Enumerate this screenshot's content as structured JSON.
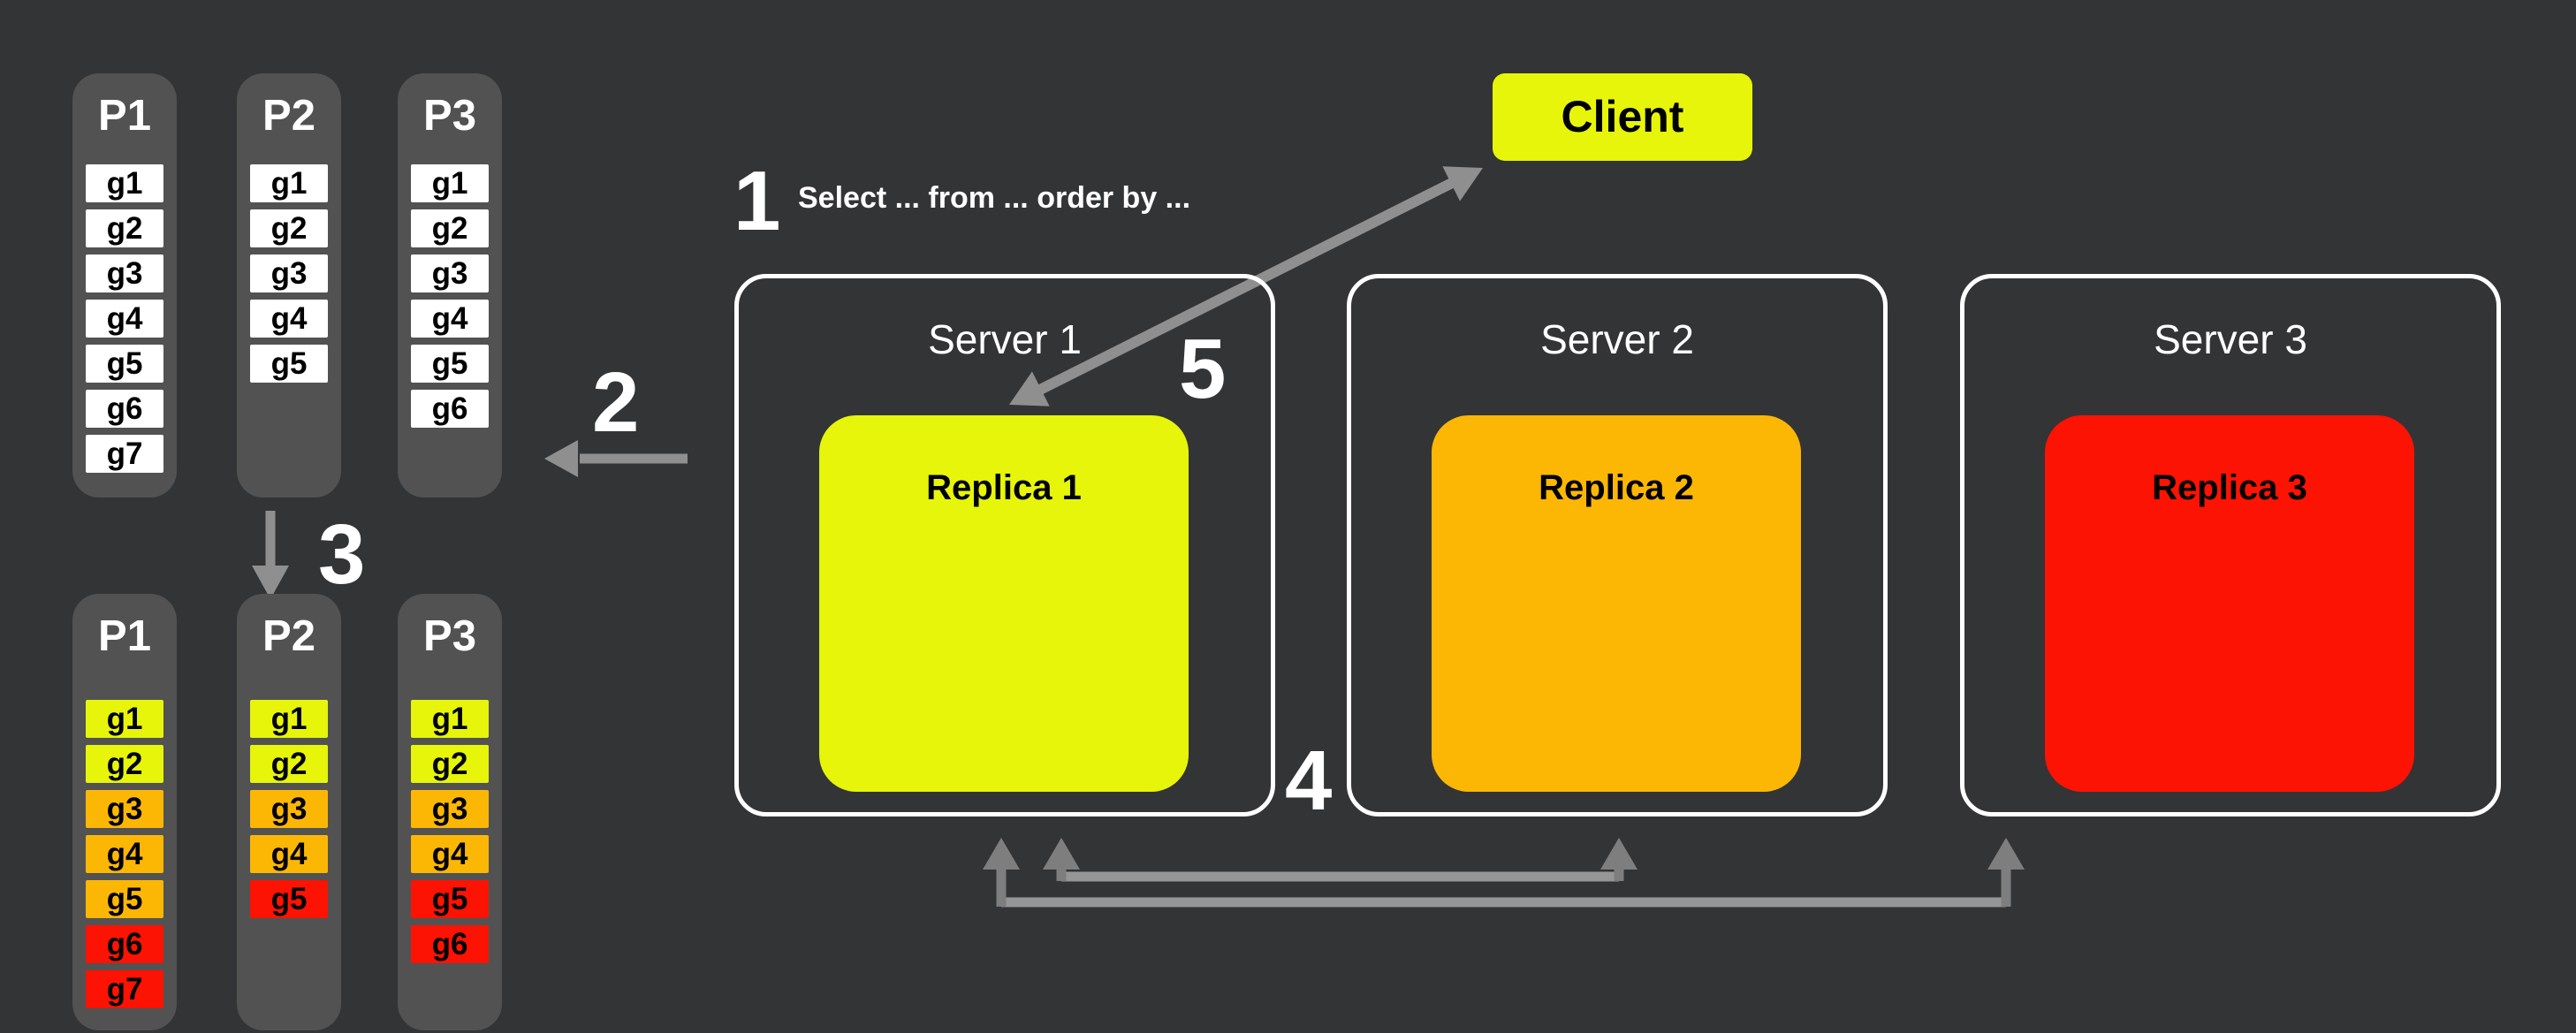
{
  "steps": {
    "s1": {
      "num": "1",
      "query": "Select ... from ... order by ..."
    },
    "s2": {
      "num": "2"
    },
    "s3": {
      "num": "3"
    },
    "s4": {
      "num": "4"
    },
    "s5": {
      "num": "5"
    }
  },
  "client": {
    "label": "Client",
    "color": "#e6f50a"
  },
  "servers": [
    {
      "title": "Server 1",
      "replica": {
        "label": "Replica 1",
        "color": "#e6f50a"
      }
    },
    {
      "title": "Server 2",
      "replica": {
        "label": "Replica 2",
        "color": "#fcb705"
      }
    },
    {
      "title": "Server 3",
      "replica": {
        "label": "Replica 3",
        "color": "#fc1303"
      }
    }
  ],
  "partitions_before": [
    {
      "title": "P1",
      "items": [
        {
          "label": "g1",
          "color_key": "white"
        },
        {
          "label": "g2",
          "color_key": "white"
        },
        {
          "label": "g3",
          "color_key": "white"
        },
        {
          "label": "g4",
          "color_key": "white"
        },
        {
          "label": "g5",
          "color_key": "white"
        },
        {
          "label": "g6",
          "color_key": "white"
        },
        {
          "label": "g7",
          "color_key": "white"
        }
      ]
    },
    {
      "title": "P2",
      "items": [
        {
          "label": "g1",
          "color_key": "white"
        },
        {
          "label": "g2",
          "color_key": "white"
        },
        {
          "label": "g3",
          "color_key": "white"
        },
        {
          "label": "g4",
          "color_key": "white"
        },
        {
          "label": "g5",
          "color_key": "white"
        }
      ]
    },
    {
      "title": "P3",
      "items": [
        {
          "label": "g1",
          "color_key": "white"
        },
        {
          "label": "g2",
          "color_key": "white"
        },
        {
          "label": "g3",
          "color_key": "white"
        },
        {
          "label": "g4",
          "color_key": "white"
        },
        {
          "label": "g5",
          "color_key": "white"
        },
        {
          "label": "g6",
          "color_key": "white"
        }
      ]
    }
  ],
  "partitions_after": [
    {
      "title": "P1",
      "items": [
        {
          "label": "g1",
          "color_key": "yellow"
        },
        {
          "label": "g2",
          "color_key": "yellow"
        },
        {
          "label": "g3",
          "color_key": "orange"
        },
        {
          "label": "g4",
          "color_key": "orange"
        },
        {
          "label": "g5",
          "color_key": "orange"
        },
        {
          "label": "g6",
          "color_key": "red"
        },
        {
          "label": "g7",
          "color_key": "red"
        }
      ]
    },
    {
      "title": "P2",
      "items": [
        {
          "label": "g1",
          "color_key": "yellow"
        },
        {
          "label": "g2",
          "color_key": "yellow"
        },
        {
          "label": "g3",
          "color_key": "orange"
        },
        {
          "label": "g4",
          "color_key": "orange"
        },
        {
          "label": "g5",
          "color_key": "red"
        }
      ]
    },
    {
      "title": "P3",
      "items": [
        {
          "label": "g1",
          "color_key": "yellow"
        },
        {
          "label": "g2",
          "color_key": "yellow"
        },
        {
          "label": "g3",
          "color_key": "orange"
        },
        {
          "label": "g4",
          "color_key": "orange"
        },
        {
          "label": "g5",
          "color_key": "red"
        },
        {
          "label": "g6",
          "color_key": "red"
        }
      ]
    }
  ],
  "palette": {
    "yellow": "#e6f50a",
    "orange": "#fcb705",
    "red": "#fc1303",
    "white": "#ffffff",
    "background": "#333436",
    "column_gray": "#525252",
    "arrow": "#8f8f8f",
    "arrow_light": "#969696",
    "arrow_dark": "#7e7e7e"
  }
}
